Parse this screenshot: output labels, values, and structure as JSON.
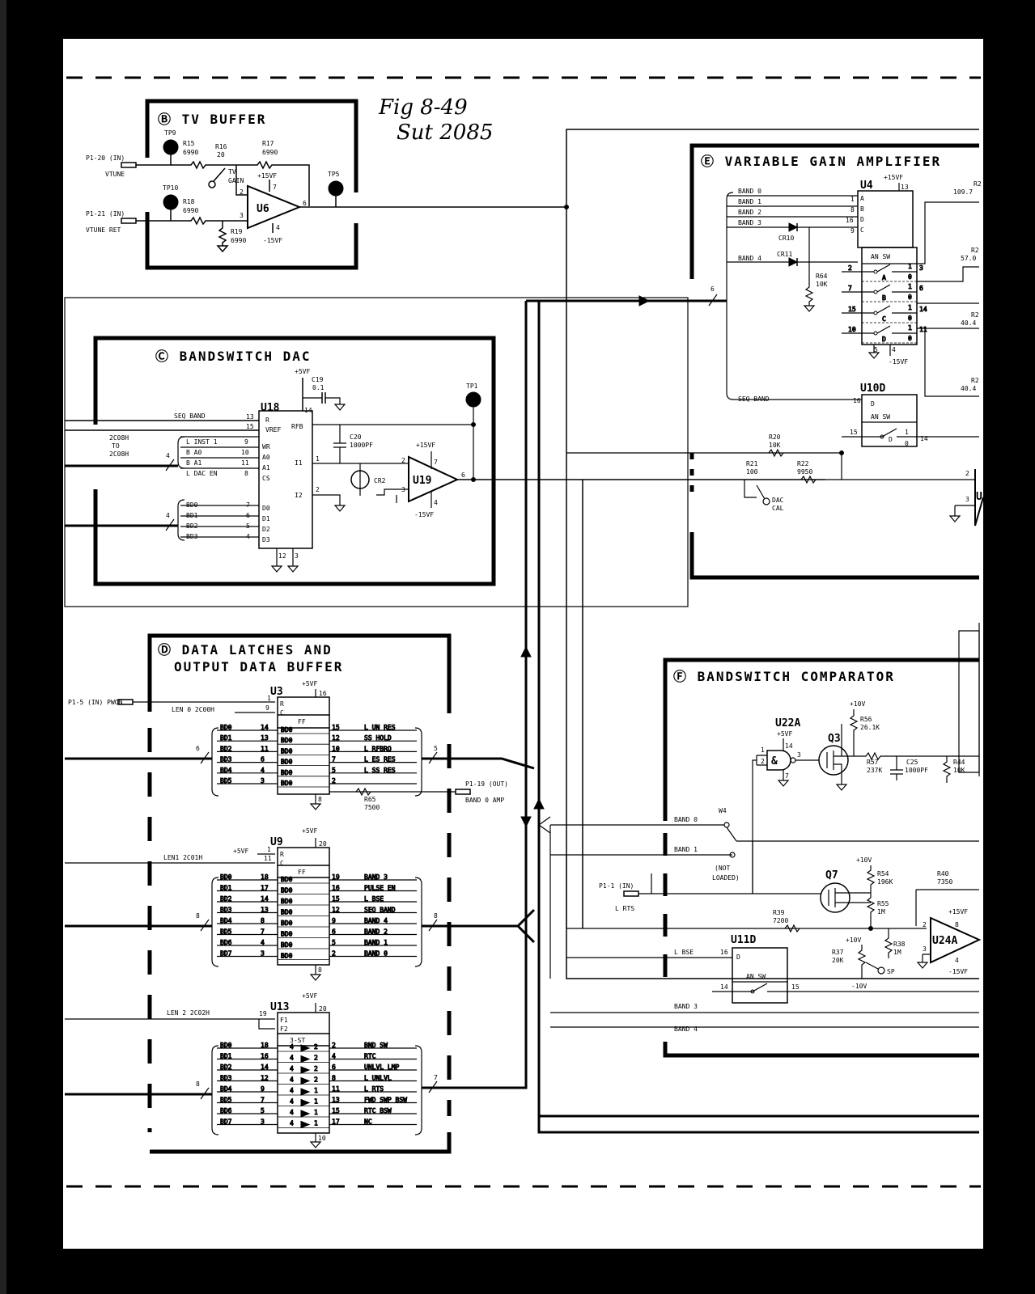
{
  "annotation": {
    "line1": "Fig 8-49",
    "line2": "Sut 2085"
  },
  "blocks": {
    "b": "Ⓑ TV BUFFER",
    "c": "Ⓒ BANDSWITCH DAC",
    "d1": "Ⓓ DATA LATCHES AND",
    "d2": "OUTPUT DATA BUFFER",
    "e": "Ⓔ VARIABLE GAIN AMPLIFIER",
    "f": "Ⓕ BANDSWITCH COMPARATOR"
  },
  "tv_buffer": {
    "in1": "P1-20 (IN)",
    "in1_name": "VTUNE",
    "in2": "P1-21 (IN)",
    "in2_name": "VTUNE RET",
    "tp9": "TP9",
    "tp10": "TP10",
    "tp5": "TP5",
    "r15": "R15",
    "r15v": "6990",
    "r16": "R16",
    "r16v": "20",
    "r17": "R17",
    "r17v": "6990",
    "r18": "R18",
    "r18v": "6990",
    "r19": "R19",
    "r19v": "6990",
    "tv": "TV",
    "gain": "GAIN",
    "pos": "+15VF",
    "neg": "-15VF",
    "u6": "U6",
    "p2": "2",
    "p3": "3",
    "p4": "4",
    "p6": "6",
    "p7": "7"
  },
  "dac": {
    "u18": "U18",
    "u19": "U19",
    "seq_band": "SEQ BAND",
    "addr1": "2C08H",
    "addr_to": "TO",
    "addr2": "2C08H",
    "ctrl": [
      "L INST 1",
      "B A0",
      "B A1",
      "L DAC EN"
    ],
    "ctrl_pins": [
      "9",
      "10",
      "11",
      "8"
    ],
    "ctrl_names": [
      "WR",
      "A0",
      "A1",
      "CS"
    ],
    "data": [
      "BD0",
      "BD1",
      "BD2",
      "BD3"
    ],
    "data_pins": [
      "7",
      "6",
      "5",
      "4"
    ],
    "data_names": [
      "D0",
      "D1",
      "D2",
      "D3"
    ],
    "pins_top": [
      "13",
      "15",
      "14"
    ],
    "pin_names_top": [
      "R",
      "VREF",
      "RFB"
    ],
    "i1": "I1",
    "i2": "I2",
    "p1": "1",
    "p2": "2",
    "p12": "12",
    "p3": "3",
    "pos5": "+5VF",
    "c19": "C19",
    "c19v": "0.1",
    "c20": "C20",
    "c20v": "1000PF",
    "cr2": "CR2",
    "tp1": "TP1",
    "pos15": "+15VF",
    "neg15": "-15VF",
    "bus4": "4",
    "op2": "2",
    "op3": "3",
    "op7": "7",
    "op4": "4",
    "op6": "6"
  },
  "latches": {
    "u3": "U3",
    "u9": "U9",
    "u13": "U13",
    "ff": "FF",
    "three_st": "3-ST",
    "pwon": "P1-5 (IN) PWON",
    "len0": "LEN 0 2C00H",
    "len1": "LEN1 2C01H",
    "len2": "LEN 2 2C02H",
    "pos5": "+5VF",
    "pin16": "16",
    "pin20": "20",
    "pin8": "8",
    "pin10": "10",
    "u3_in": [
      "BD0",
      "BD1",
      "BD2",
      "BD3",
      "BD4",
      "BD5"
    ],
    "u3_in_pins": [
      "14",
      "13",
      "11",
      "6",
      "4",
      "3"
    ],
    "u3_out_pins": [
      "15",
      "12",
      "10",
      "7",
      "5",
      "2"
    ],
    "u3_out": [
      "L UN RES",
      "SS HOLD",
      "L RFBRQ",
      "L ES RES",
      "L SS RES",
      ""
    ],
    "u3_bus": "6",
    "u3_out_bus": "5",
    "r65": "R65",
    "r65v": "7500",
    "p119": "P1-19 (OUT)",
    "band0amp": "BAND 0 AMP",
    "u9_in": [
      "BD0",
      "BD1",
      "BD2",
      "BD3",
      "BD4",
      "BD5",
      "BD6",
      "BD7"
    ],
    "u9_in_pins": [
      "18",
      "17",
      "14",
      "13",
      "8",
      "7",
      "4",
      "3"
    ],
    "u9_out_pins": [
      "19",
      "16",
      "15",
      "12",
      "9",
      "6",
      "5",
      "2"
    ],
    "u9_out": [
      "BAND 3",
      "PULSE EN",
      "L BSE",
      "SEQ BAND",
      "BAND 4",
      "BAND 2",
      "BAND 1",
      "BAND 0"
    ],
    "bus8": "8",
    "u13_in": [
      "BD0",
      "BD1",
      "BD2",
      "BD3",
      "BD4",
      "BD5",
      "BD6",
      "BD7"
    ],
    "u13_in_pins": [
      "18",
      "16",
      "14",
      "12",
      "9",
      "7",
      "5",
      "3"
    ],
    "u13_mid_in": [
      "4",
      "4",
      "4",
      "4",
      "4",
      "4",
      "4",
      "4"
    ],
    "u13_mid_out": [
      "2",
      "2",
      "2",
      "2",
      "1",
      "1",
      "1",
      "1"
    ],
    "u13_out_pins": [
      "2",
      "4",
      "6",
      "8",
      "11",
      "13",
      "15",
      "17"
    ],
    "u13_out": [
      "BND SW",
      "RTC",
      "UNLVL LMP",
      "L UNLVL",
      "L RTS",
      "FWD SWP BSW",
      "RTC BSW",
      "NC"
    ],
    "u13_bus": "7",
    "f1": "F1",
    "f2": "F2",
    "r": "R",
    "c": "C",
    "p1": "1",
    "p9": "9",
    "p11": "11",
    "p19": "19"
  },
  "vga": {
    "u4": "U4",
    "u10d": "U10D",
    "pos15": "+15VF",
    "neg15": "-15VF",
    "bands": [
      "BAND 0",
      "BAND 1",
      "BAND 2",
      "BAND 3"
    ],
    "band_pins": [
      "1",
      "8",
      "16",
      "9"
    ],
    "band_names": [
      "A",
      "B",
      "D",
      "C"
    ],
    "band4": "BAND 4",
    "cr10": "CR10",
    "cr11": "CR11",
    "r64": "R64",
    "r64v": "10K",
    "an_sw": "AN SW",
    "sw_in": [
      "2",
      "7",
      "15",
      "10"
    ],
    "sw_out": [
      "3",
      "6",
      "14",
      "11"
    ],
    "sw_letters": [
      "A",
      "B",
      "C",
      "D"
    ],
    "p13": "13",
    "p5": "5",
    "p4": "4",
    "bus6": "6",
    "seq_band": "SEQ BAND",
    "p16": "16",
    "p15": "15",
    "p14": "14",
    "r20": "R20",
    "r20v": "10K",
    "r21": "R21",
    "r21v": "100",
    "r22": "R22",
    "r22v": "9950",
    "dac": "DAC",
    "cal": "CAL",
    "d": "D",
    "res1": "R2",
    "res1v": "109.7",
    "res2": "R2",
    "res2v": "57.0",
    "res3": "R2",
    "res3v": "40.4",
    "res4": "R2",
    "res4v": "40.4",
    "u_right": "U",
    "p2": "2",
    "p3": "3",
    "one": "1",
    "zero": "0"
  },
  "comparator": {
    "u22a": "U22A",
    "q3": "Q3",
    "q7": "Q7",
    "u11d": "U11D",
    "u24a": "U24A",
    "pos5": "+5VF",
    "pos10": "+10V",
    "neg10": "-10V",
    "pos15": "+15VF",
    "neg15": "-15VF",
    "r56": "R56",
    "r56v": "26.1K",
    "r57": "R57",
    "r57v": "237K",
    "c25": "C25",
    "c25v": "1000PF",
    "r44": "R44",
    "r44v": "10K",
    "band0": "BAND 0",
    "band1": "BAND 1",
    "w4": "W4",
    "not_loaded1": "(NOT",
    "not_loaded2": "LOADED)",
    "p11": "P1-1 (IN)",
    "l_rts": "L RTS",
    "r54": "R54",
    "r54v": "196K",
    "r55": "R55",
    "r55v": "1M",
    "r40": "R40",
    "r40v": "7350",
    "r39": "R39",
    "r39v": "7200",
    "r38": "R38",
    "r38v": "1M",
    "r37": "R37",
    "r37v": "20K",
    "sp": "SP",
    "l_bse": "L BSE",
    "p16": "16",
    "p14": "14",
    "p15": "15",
    "an_sw": "AN SW",
    "band3": "BAND 3",
    "band4": "BAND 4",
    "d": "D",
    "amp": "&",
    "p1": "1",
    "p2": "2",
    "p3": "3",
    "p7": "7",
    "p4": "4",
    "p8": "8",
    "p14b": "14"
  }
}
